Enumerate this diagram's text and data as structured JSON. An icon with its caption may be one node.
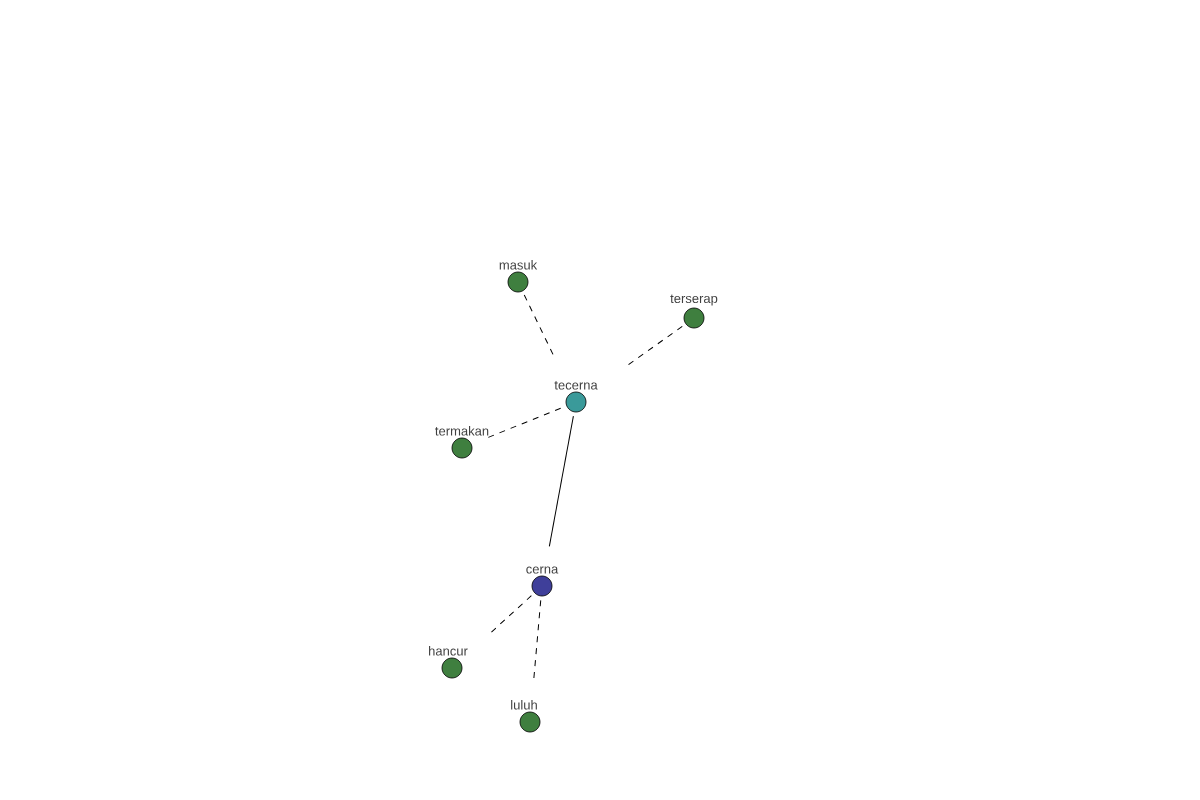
{
  "diagram": {
    "nodes": [
      {
        "text": [
          "masuk"
        ]
      },
      {
        "text": [
          "terserap"
        ]
      },
      {
        "text": [
          "tecerna"
        ]
      },
      {
        "text": [
          "termakan"
        ]
      },
      {
        "text": [
          "cerna"
        ]
      },
      {
        "text": [
          "hancur"
        ]
      },
      {
        "text": [
          "luluh"
        ]
      }
    ],
    "edges": [
      {
        "from": 0,
        "to": 2,
        "arrow": "none",
        "style": "dashed"
      },
      {
        "from": 1,
        "to": 2,
        "arrow": "none",
        "style": "dashed"
      },
      {
        "from": 3,
        "to": 2,
        "arrow": "none",
        "style": "dashed"
      },
      {
        "from": 2,
        "to": 4,
        "arrow": "none"
      },
      {
        "from": 4,
        "to": 5,
        "arrow": "none",
        "style": "dashed"
      },
      {
        "from": 4,
        "to": 6,
        "arrow": "none",
        "style": "dashed"
      }
    ]
  }
}
